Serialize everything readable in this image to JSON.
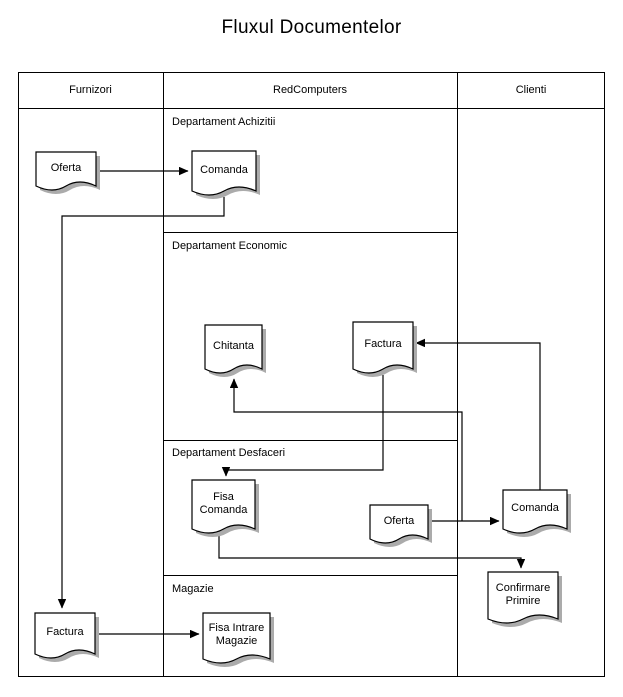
{
  "title": "Fluxul Documentelor",
  "diagram_type": "swimlane-document-flow",
  "lanes": [
    {
      "id": "furnizori",
      "label": "Furnizori"
    },
    {
      "id": "redcomputers",
      "label": "RedComputers"
    },
    {
      "id": "clienti",
      "label": "Clienti"
    }
  ],
  "sections": [
    {
      "id": "achizitii",
      "label": "Departament Achizitii"
    },
    {
      "id": "economic",
      "label": "Departament Economic"
    },
    {
      "id": "desfaceri",
      "label": "Departament Desfaceri"
    },
    {
      "id": "magazie",
      "label": "Magazie"
    }
  ],
  "nodes": [
    {
      "id": "oferta-furnizori",
      "lane": "furnizori",
      "shape": "document",
      "lines": [
        "Oferta"
      ]
    },
    {
      "id": "comanda-achizitii",
      "lane": "redcomputers",
      "shape": "document",
      "lines": [
        "Comanda"
      ]
    },
    {
      "id": "chitanta",
      "lane": "redcomputers",
      "shape": "document",
      "lines": [
        "Chitanta"
      ]
    },
    {
      "id": "factura-economic",
      "lane": "redcomputers",
      "shape": "document",
      "lines": [
        "Factura"
      ]
    },
    {
      "id": "fisa-comanda",
      "lane": "redcomputers",
      "shape": "document",
      "lines": [
        "Fisa",
        "Comanda"
      ]
    },
    {
      "id": "oferta-desfaceri",
      "lane": "redcomputers",
      "shape": "document",
      "lines": [
        "Oferta"
      ]
    },
    {
      "id": "comanda-clienti",
      "lane": "clienti",
      "shape": "document",
      "lines": [
        "Comanda"
      ]
    },
    {
      "id": "confirmare-primire",
      "lane": "clienti",
      "shape": "document",
      "lines": [
        "Confirmare",
        "Primire"
      ]
    },
    {
      "id": "factura-furnizori",
      "lane": "furnizori",
      "shape": "document",
      "lines": [
        "Factura"
      ]
    },
    {
      "id": "fisa-intrare-magazie",
      "lane": "redcomputers",
      "shape": "document",
      "lines": [
        "Fisa Intrare",
        "Magazie"
      ]
    }
  ],
  "edges": [
    {
      "from": "oferta-furnizori",
      "to": "comanda-achizitii"
    },
    {
      "from": "comanda-achizitii",
      "to": "factura-furnizori"
    },
    {
      "from": "comanda-clienti",
      "to": "factura-economic"
    },
    {
      "from": "factura-economic",
      "to": "fisa-comanda"
    },
    {
      "from": "oferta-desfaceri",
      "to": "comanda-clienti"
    },
    {
      "from": "comanda-clienti",
      "to": "chitanta"
    },
    {
      "from": "fisa-comanda",
      "to": "confirmare-primire"
    },
    {
      "from": "factura-furnizori",
      "to": "fisa-intrare-magazie"
    }
  ],
  "colors": {
    "line": "#000000",
    "node_fill": "#ffffff",
    "node_shadow": "#ababab",
    "background": "#ffffff",
    "text": "#000000"
  }
}
